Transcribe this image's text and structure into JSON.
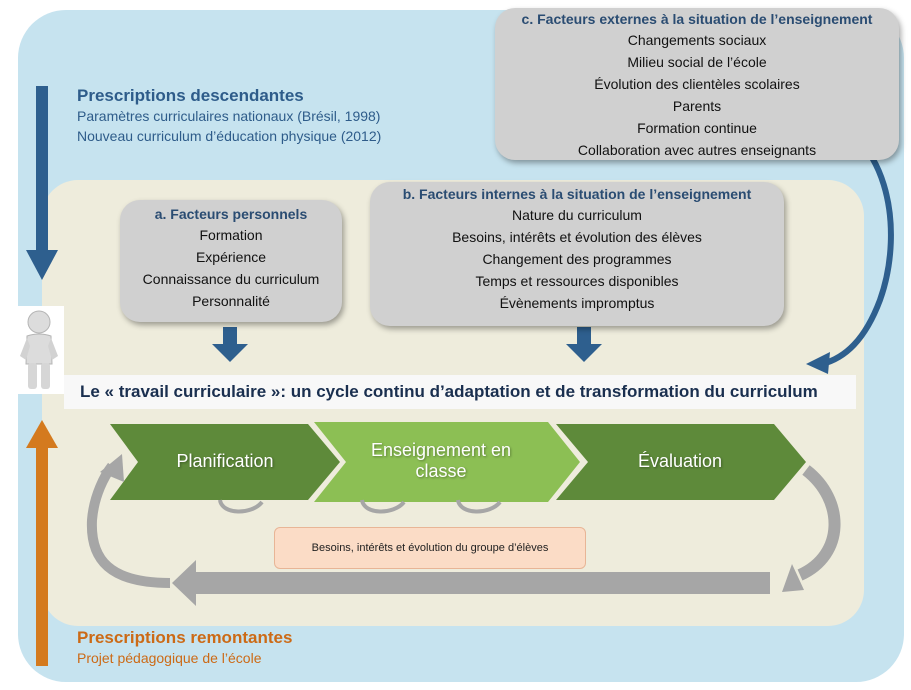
{
  "descending": {
    "title": "Prescriptions descendantes",
    "lines": [
      "Paramètres curriculaires nationaux (Brésil, 1998)",
      "Nouveau curriculum d’éducation physique (2012)"
    ],
    "color": "#2e5c8a"
  },
  "ascending": {
    "title": "Prescriptions remontantes",
    "lines": [
      "Projet pédagogique de l’école"
    ],
    "color": "#cc6a16"
  },
  "external_factors": {
    "title": "c. Facteurs externes à la situation de l’enseignement",
    "items": [
      "Changements sociaux",
      "Milieu social de l’école",
      "Évolution des clientèles scolaires",
      "Parents",
      "Formation continue",
      "Collaboration avec autres enseignants"
    ]
  },
  "personal_factors": {
    "title": "a. Facteurs personnels",
    "items": [
      "Formation",
      "Expérience",
      "Connaissance du curriculum",
      "Personnalité"
    ]
  },
  "internal_factors": {
    "title": "b. Facteurs internes à la situation de l’enseignement",
    "items": [
      "Nature du curriculum",
      "Besoins, intérêts et évolution des élèves",
      "Changement des programmes",
      "Temps et ressources disponibles",
      "Évènements impromptus"
    ]
  },
  "banner": "Le «  travail curriculaire  »: un cycle continu d’adaptation et de transformation du curriculum",
  "cycle": {
    "steps": [
      "Planification",
      "Enseignement en classe",
      "Évaluation"
    ],
    "needs": "Besoins, intérêts et évolution du groupe d’élèves"
  },
  "colors": {
    "outer_bg": "#c6e3ef",
    "inner_bg": "#eeecdc",
    "box": "#d0d0d0",
    "blue_arrow": "#2e5f8e",
    "orange_arrow": "#d47a1e",
    "chevron_dark": "#5e8a3a",
    "chevron_light": "#8cbf54",
    "grey_arrow": "#a6a6a6"
  }
}
